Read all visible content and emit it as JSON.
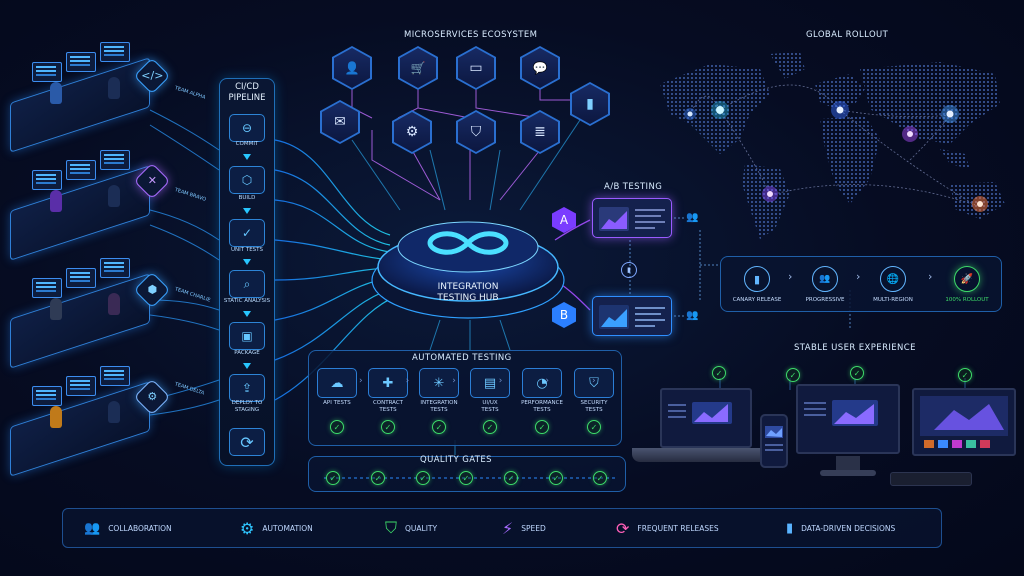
{
  "titles": {
    "microservices": "MICROSERVICES ECOSYSTEM",
    "global_rollout": "GLOBAL ROLLOUT",
    "pipeline_line1": "CI/CD",
    "pipeline_line2": "PIPELINE",
    "ab_testing": "A/B TESTING",
    "stable": "STABLE USER EXPERIENCE",
    "automated_testing": "AUTOMATED TESTING",
    "quality_gates": "QUALITY GATES"
  },
  "hub": {
    "line1": "INTEGRATION",
    "line2": "TESTING HUB"
  },
  "pipeline_stages": [
    {
      "label": "COMMIT",
      "icon": "commit-icon",
      "glyph": "⊖"
    },
    {
      "label": "BUILD",
      "icon": "cube-icon",
      "glyph": "⬡"
    },
    {
      "label": "UNIT TESTS",
      "icon": "check-circle-icon",
      "glyph": "✓"
    },
    {
      "label": "STATIC ANALYSIS",
      "icon": "magnifier-icon",
      "glyph": "⌕"
    },
    {
      "label": "PACKAGE",
      "icon": "package-icon",
      "glyph": "▣"
    },
    {
      "label": "DEPLOY TO STAGING",
      "icon": "upload-icon",
      "glyph": "⇪"
    },
    {
      "label": "",
      "icon": "cycle-icon",
      "glyph": "⟳"
    }
  ],
  "team_icons": [
    {
      "icon": "code-icon",
      "glyph": "</>",
      "label": "TEAM ALPHA"
    },
    {
      "icon": "shuffle-icon",
      "glyph": "✕",
      "label": "TEAM BRAVO"
    },
    {
      "icon": "cube-icon",
      "glyph": "⬢",
      "label": "TEAM CHARLIE"
    },
    {
      "icon": "gear-icon",
      "glyph": "⚙",
      "label": "TEAM DELTA"
    }
  ],
  "microservices": [
    {
      "icon": "user-icon",
      "glyph": "👤"
    },
    {
      "icon": "cart-icon",
      "glyph": "🛒"
    },
    {
      "icon": "credit-card-icon",
      "glyph": "▭"
    },
    {
      "icon": "chat-icon",
      "glyph": "💬"
    },
    {
      "icon": "mail-icon",
      "glyph": "✉"
    },
    {
      "icon": "gear-icon",
      "glyph": "⚙"
    },
    {
      "icon": "shield-icon",
      "glyph": "⛉"
    },
    {
      "icon": "database-icon",
      "glyph": "≣"
    },
    {
      "icon": "bar-chart-icon",
      "glyph": "▮"
    }
  ],
  "tests": [
    {
      "label": "API TESTS",
      "icon": "cloud-icon",
      "glyph": "☁"
    },
    {
      "label": "CONTRACT TESTS",
      "icon": "puzzle-icon",
      "glyph": "✚"
    },
    {
      "label": "INTEGRATION TESTS",
      "icon": "network-icon",
      "glyph": "✳"
    },
    {
      "label": "UI/UX TESTS",
      "icon": "window-icon",
      "glyph": "▤"
    },
    {
      "label": "PERFORMANCE TESTS",
      "icon": "gauge-icon",
      "glyph": "◔"
    },
    {
      "label": "SECURITY TESTS",
      "icon": "shield-check-icon",
      "glyph": "⛉"
    }
  ],
  "ab": {
    "a": "A",
    "b": "B"
  },
  "rollout_steps": [
    {
      "label": "CANARY RELEASE",
      "icon": "bar-chart-icon",
      "glyph": "▮",
      "color": "#62b6ff"
    },
    {
      "label": "PROGRESSIVE",
      "icon": "users-icon",
      "glyph": "👥",
      "color": "#62b6ff"
    },
    {
      "label": "MULTI-REGION",
      "icon": "globe-icon",
      "glyph": "🌐",
      "color": "#62b6ff"
    },
    {
      "label": "100% ROLLOUT",
      "icon": "rocket-icon",
      "glyph": "🚀",
      "color": "#3ddc6a"
    }
  ],
  "bottom_items": [
    {
      "label": "COLLABORATION",
      "icon": "people-icon",
      "glyph": "👥",
      "color": "#5ab4ff"
    },
    {
      "label": "AUTOMATION",
      "icon": "gear-icon",
      "glyph": "⚙",
      "color": "#2fc6ff"
    },
    {
      "label": "QUALITY",
      "icon": "shield-check-icon",
      "glyph": "⛉",
      "color": "#3ddc6a"
    },
    {
      "label": "SPEED",
      "icon": "lightning-icon",
      "glyph": "⚡",
      "color": "#a66bff"
    },
    {
      "label": "FREQUENT RELEASES",
      "icon": "refresh-icon",
      "glyph": "⟳",
      "color": "#ff5fb8"
    },
    {
      "label": "DATA-DRIVEN DECISIONS",
      "icon": "chart-icon",
      "glyph": "▮",
      "color": "#5ab4ff"
    }
  ],
  "colors": {
    "accent": "#28c6ff",
    "success": "#3ddc6a",
    "purple": "#9b59ff",
    "background": "#060c22"
  }
}
